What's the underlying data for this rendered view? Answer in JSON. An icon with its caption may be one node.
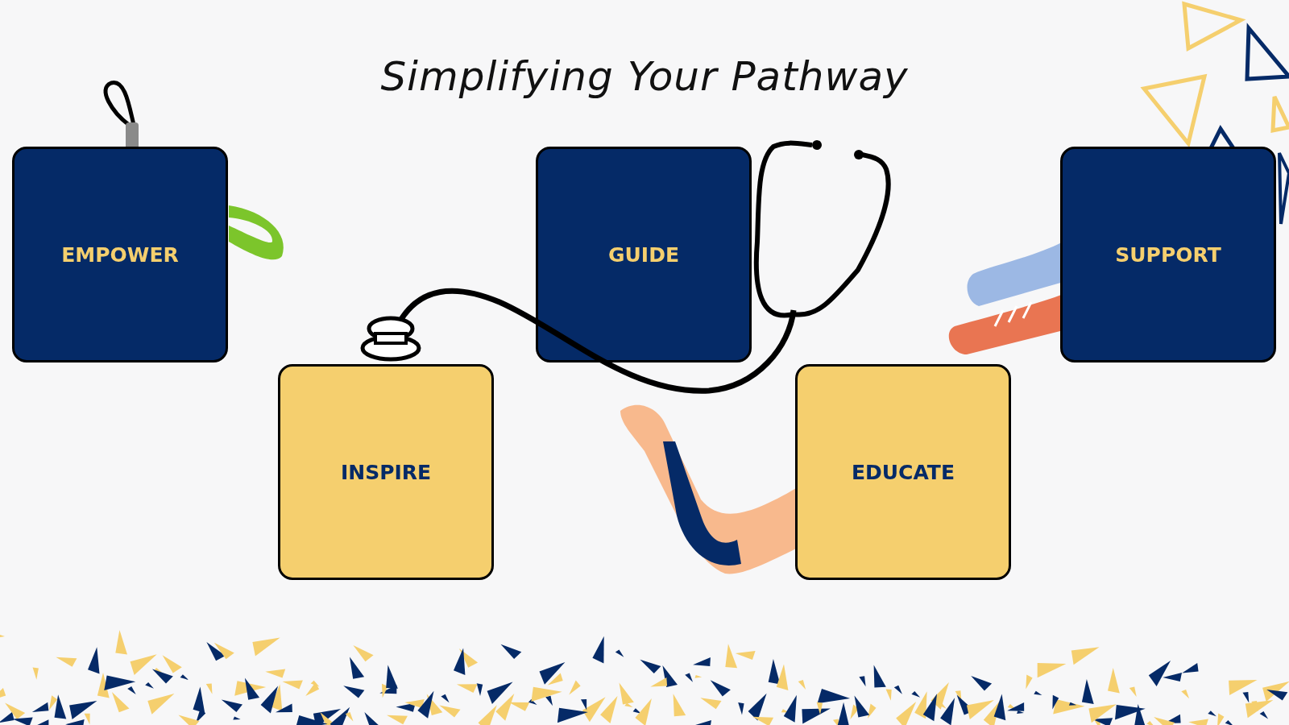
{
  "diagram": {
    "title": "Simplifying Your Pathway",
    "nodes": [
      {
        "text": [
          "EMPOWER"
        ]
      },
      {
        "text": [
          "GUIDE"
        ]
      },
      {
        "text": [
          "SUPPORT"
        ]
      },
      {
        "text": [
          "INSPIRE"
        ]
      },
      {
        "text": [
          "EDUCATE"
        ]
      }
    ]
  }
}
